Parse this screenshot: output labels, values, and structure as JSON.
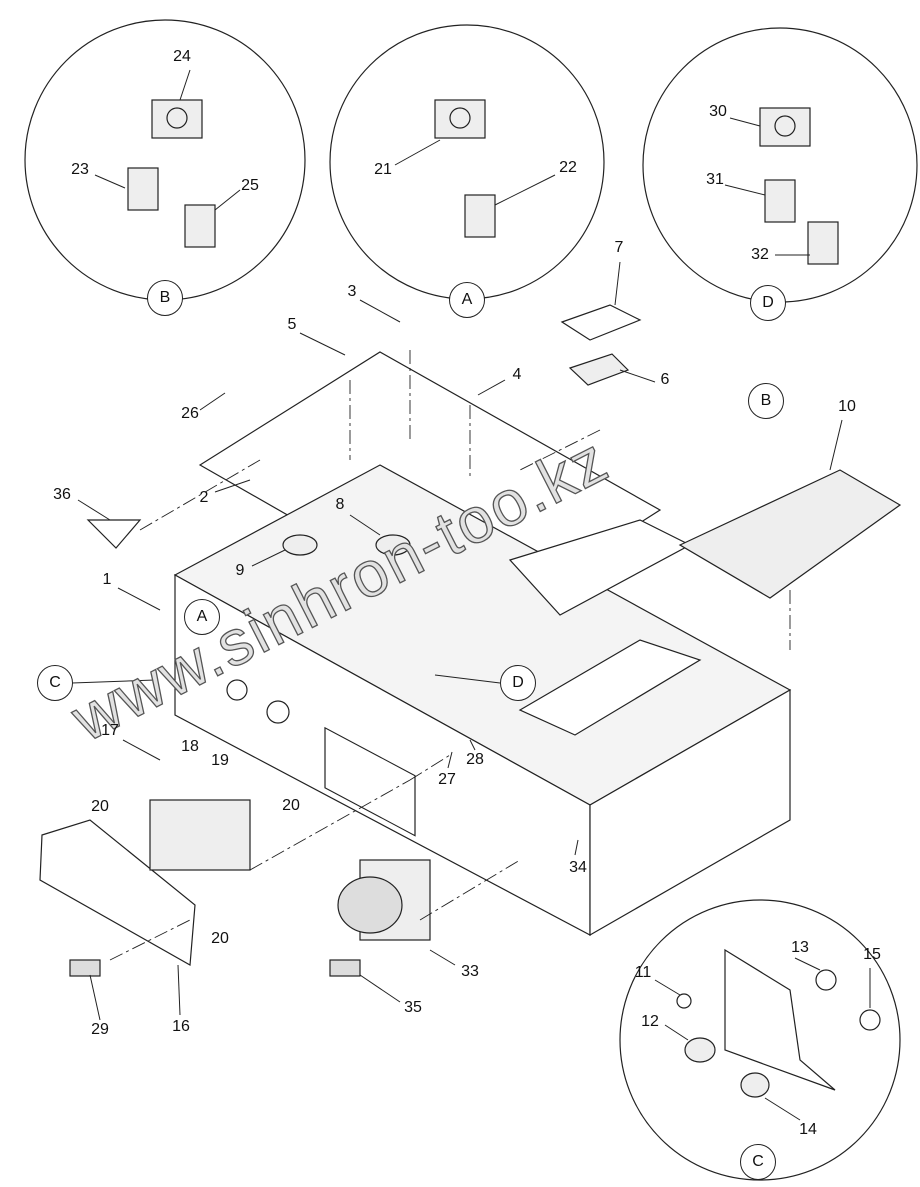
{
  "callouts": {
    "c24": "24",
    "c23": "23",
    "c25": "25",
    "bB": "B",
    "c21": "21",
    "c22": "22",
    "bA": "A",
    "c30": "30",
    "c31": "31",
    "c32": "32",
    "bD": "D",
    "c7": "7",
    "c3": "3",
    "c5": "5",
    "c4": "4",
    "c6": "6",
    "bB2": "B",
    "c10": "10",
    "c26": "26",
    "c36": "36",
    "c2": "2",
    "c8": "8",
    "c9": "9",
    "c1": "1",
    "bA2": "A",
    "bC": "C",
    "bD2": "D",
    "c17": "17",
    "c18": "18",
    "c19": "19",
    "c20a": "20",
    "c20b": "20",
    "c28": "28",
    "c27": "27",
    "c34": "34",
    "c20c": "20",
    "c33": "33",
    "c29": "29",
    "c16": "16",
    "c35": "35",
    "c13": "13",
    "c15": "15",
    "c11": "11",
    "c12": "12",
    "c14": "14",
    "bC2": "C"
  },
  "watermark": "www.sinhron-too.kz",
  "colors": {
    "line": "#222222",
    "panel": "#f4f4f4"
  }
}
